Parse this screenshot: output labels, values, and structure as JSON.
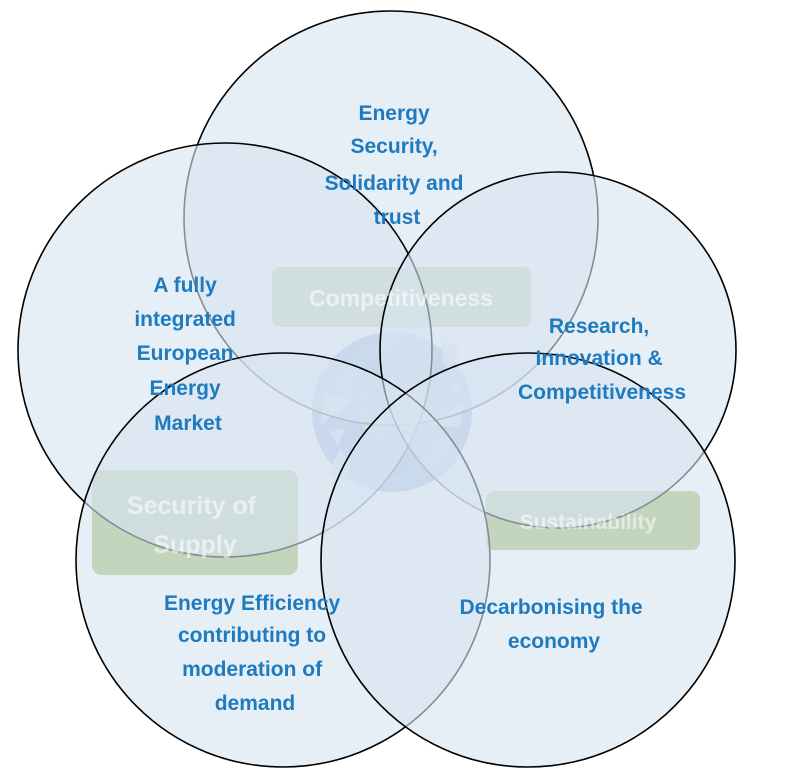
{
  "colors": {
    "circle_fill": "#d6e3f0",
    "circle_stroke": "#000000",
    "priority_text": "#1f7bbf",
    "pillar_box": "#9dbb61",
    "pillar_text": "#ffffff",
    "eu_logo_blue": "#4a6fc0"
  },
  "priorities": {
    "energy_security": [
      "Energy",
      "Security,",
      "Solidarity and",
      "trust"
    ],
    "internal_market": [
      "A fully",
      "integrated",
      "European",
      "Energy",
      "Market"
    ],
    "research": [
      "Research,",
      "Innovation &",
      "Competitiveness"
    ],
    "efficiency": [
      "Energy Efficiency",
      "contributing to",
      "moderation of",
      "demand"
    ],
    "decarbonisation": [
      "Decarbonising the",
      "economy"
    ]
  },
  "pillars": {
    "competitiveness": [
      "Competitiveness"
    ],
    "security_of_supply": [
      "Security of",
      "Supply"
    ],
    "sustainability": [
      "Sustainability"
    ]
  },
  "center_icon": "eu-energy-union-logo-icon"
}
